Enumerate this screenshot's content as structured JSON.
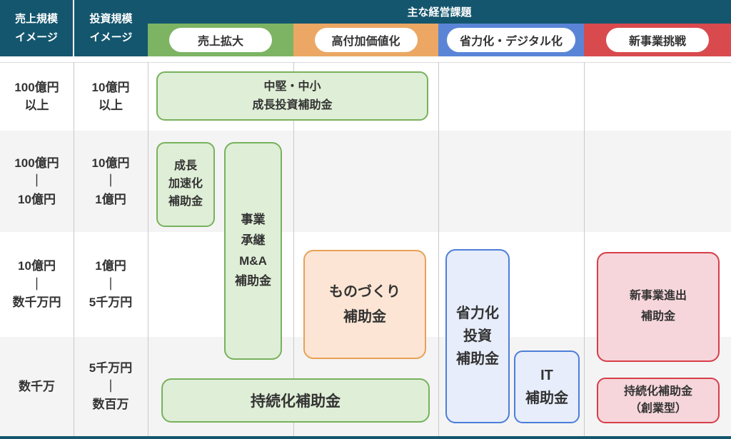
{
  "header": {
    "sales_scale_label": "売上規模\nイメージ",
    "investment_scale_label": "投資規模\nイメージ",
    "main_challenges_title": "主な経営課題",
    "columns": [
      {
        "id": "uriage-kakudai",
        "label": "売上拡大",
        "color": "#7db464"
      },
      {
        "id": "kofukakachika",
        "label": "高付加価値化",
        "color": "#eba763"
      },
      {
        "id": "shoryokuka-digital",
        "label": "省力化・デジタル化",
        "color": "#5a85d7"
      },
      {
        "id": "shinjigyo-chosen",
        "label": "新事業挑戦",
        "color": "#d84a4e"
      }
    ]
  },
  "scale_rows": [
    {
      "sales": "100億円\n以上",
      "investment": "10億円\n以上"
    },
    {
      "sales": "100億円\n｜\n10億円",
      "investment": "10億円\n｜\n1億円"
    },
    {
      "sales": "10億円\n｜\n数千万円",
      "investment": "1億円\n｜\n5千万円"
    },
    {
      "sales": "数千万",
      "investment": "5千万円\n｜\n数百万"
    }
  ],
  "subsidies": [
    {
      "id": "chuken-chusho-seicho-toshi",
      "label": "中堅・中小\n成長投資補助金",
      "theme": "green"
    },
    {
      "id": "seicho-kasokuka",
      "label": "成長\n加速化\n補助金",
      "theme": "green"
    },
    {
      "id": "jigyo-shokei-ma",
      "label": "事業\n承継\nM&A\n補助金",
      "theme": "green"
    },
    {
      "id": "monozukuri",
      "label": "ものづくり\n補助金",
      "theme": "orange"
    },
    {
      "id": "shoryokuka-toshi",
      "label": "省力化\n投資\n補助金",
      "theme": "blue"
    },
    {
      "id": "it",
      "label": "IT\n補助金",
      "theme": "blue"
    },
    {
      "id": "shinjigyo-shinshutsu",
      "label": "新事業進出\n補助金",
      "theme": "red"
    },
    {
      "id": "jizokuka",
      "label": "持続化補助金",
      "theme": "green"
    },
    {
      "id": "jizokuka-sogyo",
      "label": "持続化補助金\n（創業型）",
      "theme": "red"
    }
  ],
  "themes": {
    "green": {
      "fill": "#dfeed6",
      "border": "#77b25c"
    },
    "orange": {
      "fill": "#fce5d4",
      "border": "#e8a156"
    },
    "blue": {
      "fill": "#e7edfb",
      "border": "#4d7ed7"
    },
    "red": {
      "fill": "#f6d6db",
      "border": "#d73e48"
    }
  },
  "colors": {
    "header_teal": "#14566e",
    "row_alt_gray": "#f4f4f5",
    "grid_line": "#c9c9c9",
    "text_dark": "#333333"
  }
}
